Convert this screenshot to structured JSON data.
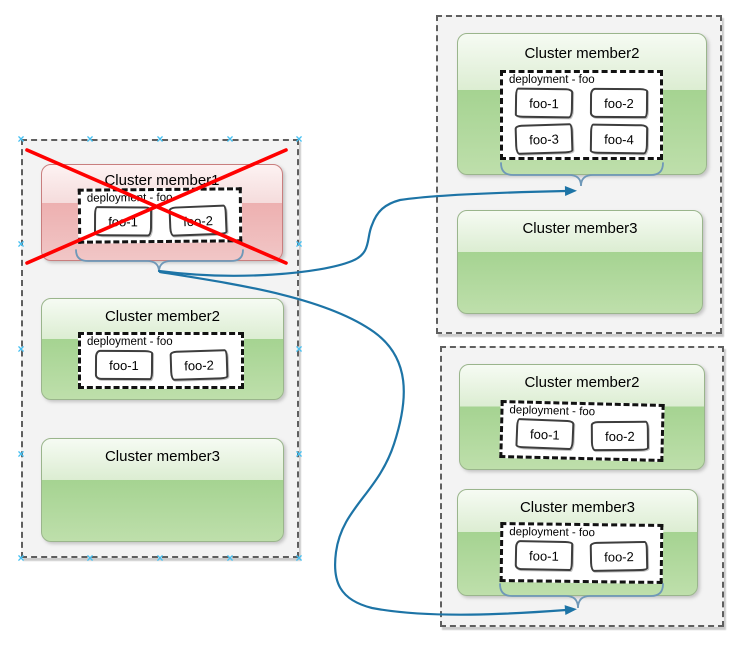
{
  "diagram": {
    "kind": "cluster-failover-diagram",
    "containers": {
      "left": {
        "member1": {
          "title": "Cluster member1",
          "status": "failed",
          "deployment": {
            "label": "deployment - foo",
            "pods": [
              "foo-1",
              "foo-2"
            ]
          }
        },
        "member2": {
          "title": "Cluster member2",
          "deployment": {
            "label": "deployment - foo",
            "pods": [
              "foo-1",
              "foo-2"
            ]
          }
        },
        "member3": {
          "title": "Cluster member3"
        }
      },
      "topRight": {
        "member2": {
          "title": "Cluster member2",
          "deployment": {
            "label": "deployment - foo",
            "pods": [
              "foo-1",
              "foo-2",
              "foo-3",
              "foo-4"
            ]
          }
        },
        "member3": {
          "title": "Cluster member3"
        }
      },
      "bottomRight": {
        "member2": {
          "title": "Cluster member2",
          "deployment": {
            "label": "deployment - foo",
            "pods": [
              "foo-1",
              "foo-2"
            ]
          }
        },
        "member3": {
          "title": "Cluster member3",
          "deployment": {
            "label": "deployment - foo",
            "pods": [
              "foo-1",
              "foo-2"
            ]
          }
        }
      }
    },
    "colors": {
      "connector": "#1d74a6",
      "brace": "#6f98b8",
      "failed_cross": "#ff0000",
      "selection_handle": "#45c0f2",
      "container_border": "#5f5f5f",
      "green_box_border": "#9ab58c",
      "red_box_border": "#c97e7e"
    }
  }
}
